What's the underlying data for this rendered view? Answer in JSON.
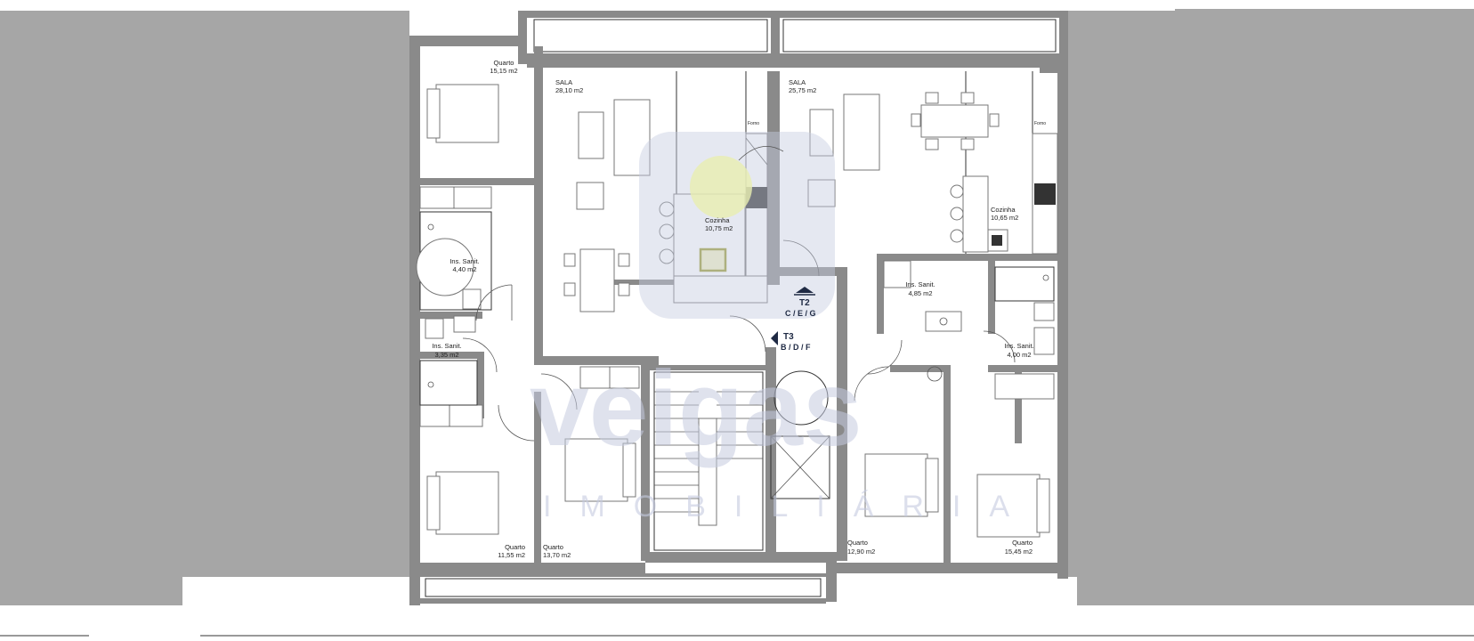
{
  "plan": {
    "rooms": [
      {
        "name": "Quarto",
        "area": "15,15 m2"
      },
      {
        "name": "SALA",
        "area": "28,10 m2"
      },
      {
        "name": "SALA",
        "area": "25,75 m2"
      },
      {
        "name": "Cozinha",
        "area": "10,75 m2"
      },
      {
        "name": "Cozinha",
        "area": "10,65 m2"
      },
      {
        "name": "Ins. Sanit.",
        "area": "4,40 m2"
      },
      {
        "name": "Ins. Sanit.",
        "area": "3,35 m2"
      },
      {
        "name": "Ins. Sanit.",
        "area": "4,85 m2"
      },
      {
        "name": "Ins. Sanit.",
        "area": "4,00 m2"
      },
      {
        "name": "Quarto",
        "area": "11,55 m2"
      },
      {
        "name": "Quarto",
        "area": "13,70 m2"
      },
      {
        "name": "Quarto",
        "area": "12,90 m2"
      },
      {
        "name": "Quarto",
        "area": "15,45 m2"
      }
    ],
    "unit_marks": [
      {
        "type": "T2",
        "letters": "C / E / G"
      },
      {
        "type": "T3",
        "letters": "B / D / F"
      }
    ],
    "fixture_label": "Forno",
    "watermark": {
      "brand": "veigas",
      "sub": "IMOBILIÁRIA"
    },
    "colors": {
      "wall": "#8a8a8a",
      "neighbour": "#a6a6a6",
      "watermark": "#c5cbe0",
      "accent": "#1f2a44"
    }
  }
}
